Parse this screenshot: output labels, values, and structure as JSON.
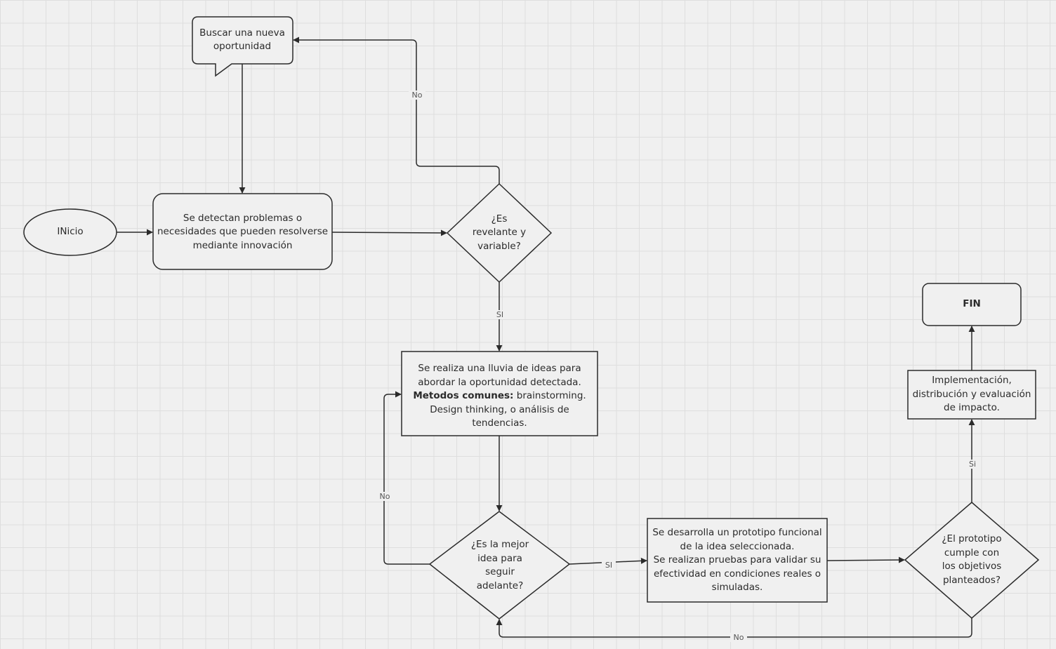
{
  "nodes": {
    "inicio": "INicio",
    "buscar": "Buscar una nueva oportunidad",
    "detectan": "Se detectan problemas o necesidades que pueden resolverse mediante innovación",
    "relevante": "¿Es revelante y variable?",
    "lluvia_line1": "Se realiza una lluvia de ideas para abordar la oportunidad detectada.",
    "lluvia_bold": "Metodos comunes:",
    "lluvia_rest": " brainstorming. Design thinking, o análisis de tendencias.",
    "mejor_idea": "¿Es la mejor idea para seguir adelante?",
    "prototipo_line1": "Se desarrolla un prototipo funcional de la idea seleccionada.",
    "prototipo_line2": "Se realizan pruebas para validar su efectividad en condiciones reales o simuladas.",
    "cumple": "¿El prototipo cumple con los objetivos planteados?",
    "implementacion": "Implementación, distribución y evaluación de impacto.",
    "fin": "FIN"
  },
  "edge_labels": {
    "relevante_no": "No",
    "relevante_si": "SI",
    "mejor_no": "No",
    "mejor_si": "SI",
    "cumple_si": "Si",
    "cumple_no": "No"
  },
  "colors": {
    "background": "#f0f0f0",
    "grid": "#dedede",
    "stroke": "#2b2b2b"
  }
}
